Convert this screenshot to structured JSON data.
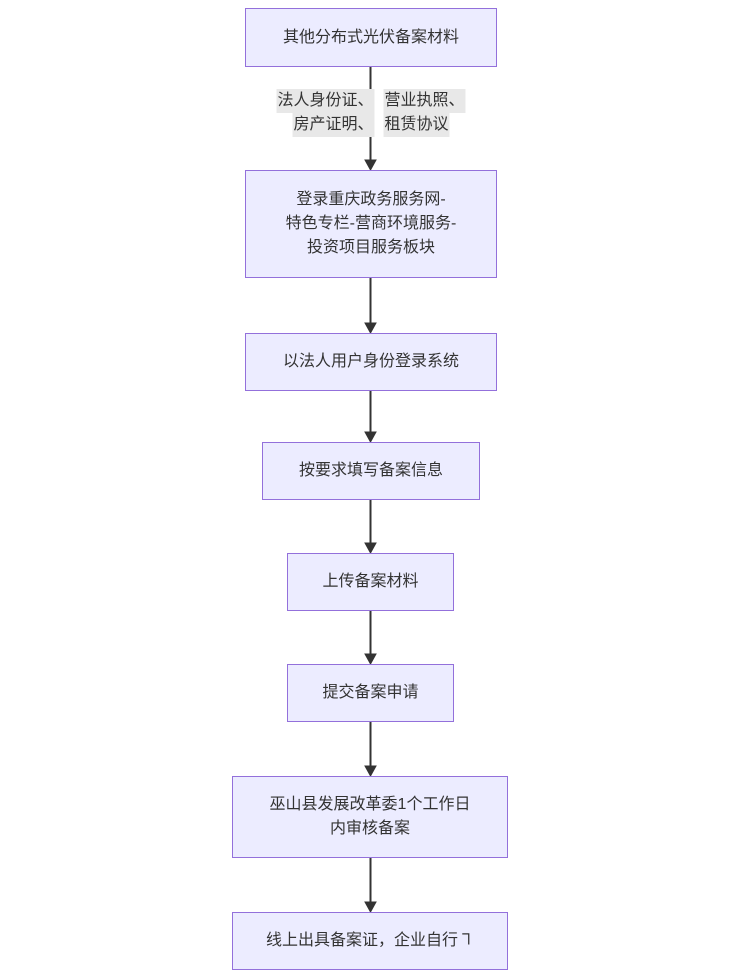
{
  "diagram": {
    "type": "flowchart",
    "direction": "top-down",
    "background": "#ffffff",
    "colors": {
      "node_fill": "#ECECFF",
      "node_border": "#9370DB",
      "node_text": "#333333",
      "edge_label_bg": "#e8e8e8",
      "edge_line": "#333333"
    },
    "nodes": [
      {
        "id": "materials",
        "text": "其他分布式光伏备案材料"
      },
      {
        "id": "portal",
        "text": "登录重庆政务服务网-\n特色专栏-营商环境服务-\n投资项目服务板块"
      },
      {
        "id": "login",
        "text": "以法人用户身份登录系统"
      },
      {
        "id": "fill-info",
        "text": "按要求填写备案信息"
      },
      {
        "id": "upload",
        "text": "上传备案材料"
      },
      {
        "id": "submit",
        "text": "提交备案申请"
      },
      {
        "id": "review",
        "text": "巫山县发展改革委1个工作日\n内审核备案"
      },
      {
        "id": "certificate",
        "text": "线上出具备案证，企业自行㇕"
      }
    ],
    "edges": [
      {
        "from": "materials",
        "to": "portal",
        "label": {
          "left": [
            "法人身份证、",
            "房产证明、"
          ],
          "right": [
            "营业执照、",
            "租赁协议"
          ]
        }
      },
      {
        "from": "portal",
        "to": "login"
      },
      {
        "from": "login",
        "to": "fill-info"
      },
      {
        "from": "fill-info",
        "to": "upload"
      },
      {
        "from": "upload",
        "to": "submit"
      },
      {
        "from": "submit",
        "to": "review"
      },
      {
        "from": "review",
        "to": "certificate"
      }
    ]
  }
}
